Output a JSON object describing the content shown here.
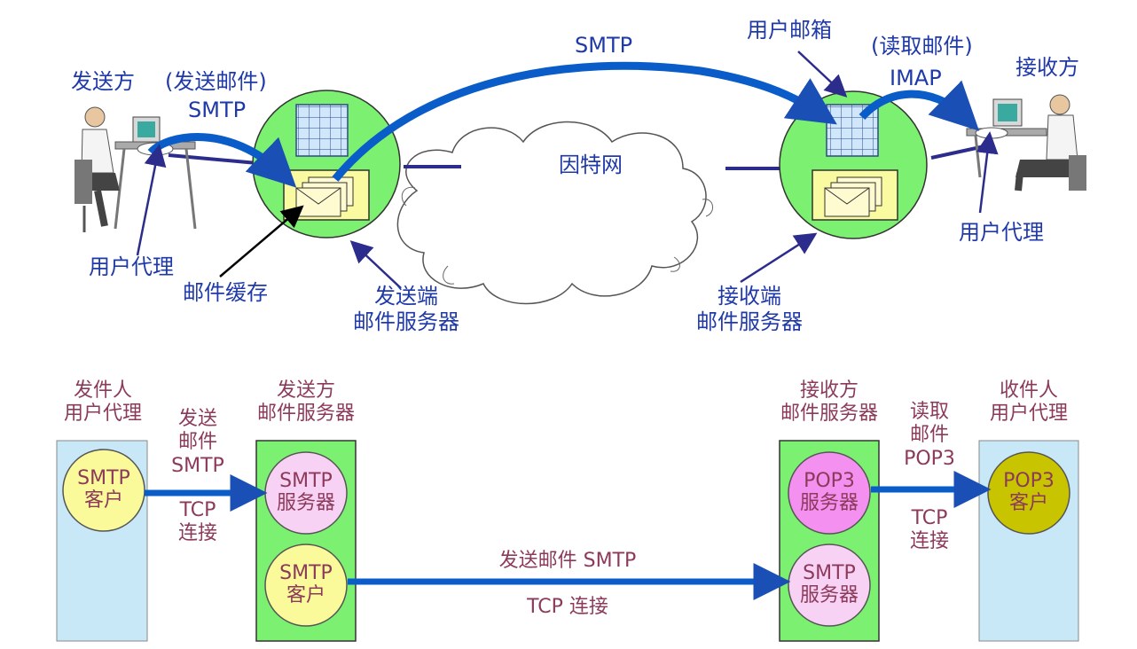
{
  "top": {
    "sender_label": "发送方",
    "send_mail_label": "(发送邮件)",
    "smtp_left": "SMTP",
    "smtp_top": "SMTP",
    "mailbox_label": "用户邮箱",
    "read_mail_label": "(读取邮件)",
    "imap": "IMAP",
    "receiver_label": "接收方",
    "internet": "因特网",
    "user_agent_left": "用户代理",
    "user_agent_right": "用户代理",
    "mail_cache": "邮件缓存",
    "send_server_line1": "发送端",
    "send_server_line2": "邮件服务器",
    "recv_server_line1": "接收端",
    "recv_server_line2": "邮件服务器"
  },
  "bottom": {
    "sender_ua_line1": "发件人",
    "sender_ua_line2": "用户代理",
    "send_server_line1": "发送方",
    "send_server_line2": "邮件服务器",
    "recv_server_line1": "接收方",
    "recv_server_line2": "邮件服务器",
    "recv_ua_line1": "收件人",
    "recv_ua_line2": "用户代理",
    "smtp_client_1": "SMTP\n客户",
    "smtp_server_1": "SMTP\n服务器",
    "smtp_client_2": "SMTP\n客户",
    "pop3_server": "POP3\n服务器",
    "smtp_server_2": "SMTP\n服务器",
    "pop3_client": "POP3\n客户",
    "arrow1_line1": "发送",
    "arrow1_line2": "邮件",
    "arrow1_line3": "SMTP",
    "arrow1_line4": "TCP",
    "arrow1_line5": "连接",
    "arrow2_top": "发送邮件 SMTP",
    "arrow2_bottom": "TCP 连接",
    "arrow3_line1": "读取",
    "arrow3_line2": "邮件",
    "arrow3_line3": "POP3",
    "arrow3_line4": "TCP",
    "arrow3_line5": "连接"
  },
  "colors": {
    "arrow_blue": "#0a5cc8",
    "arrow_head": "#1a4fb5",
    "link_navy": "#2c2c8c",
    "server_green": "#7cf070",
    "ua_blue": "#c8e8f8",
    "text_blue": "#1f3aa8",
    "text_plum": "#8c3a5a"
  }
}
